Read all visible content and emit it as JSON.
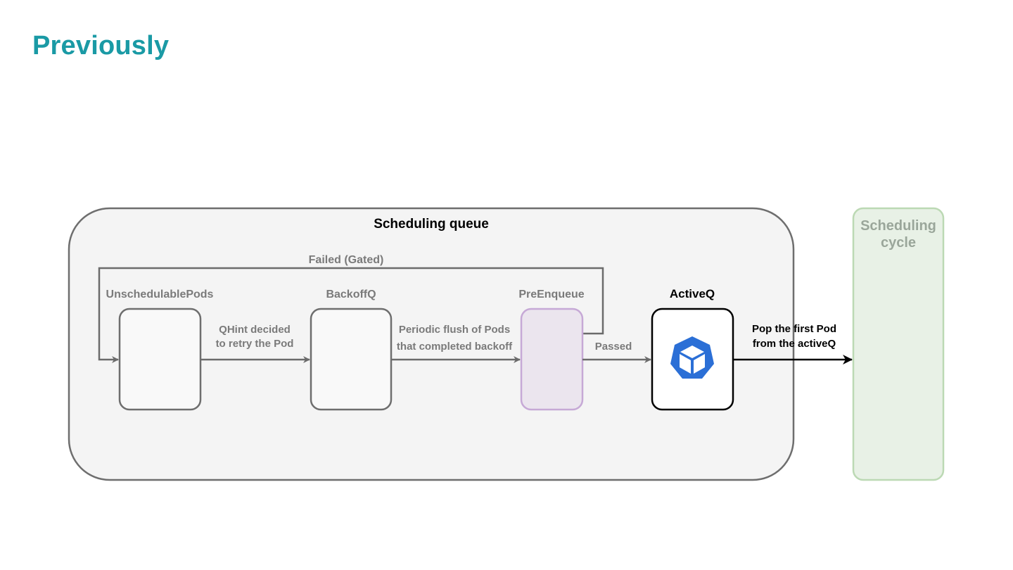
{
  "slide": {
    "title": "Previously"
  },
  "diagram": {
    "queue_title": "Scheduling queue",
    "failed_label": "Failed (Gated)",
    "nodes": {
      "unschedulable": "UnschedulablePods",
      "backoff": "BackoffQ",
      "preenqueue": "PreEnqueue",
      "activeq": "ActiveQ"
    },
    "edges": {
      "qhint_line1": "QHint decided",
      "qhint_line2": "to retry the Pod",
      "flush_line1": "Periodic flush of Pods",
      "flush_line2": "that completed backoff",
      "passed": "Passed",
      "pop_line1": "Pop the first Pod",
      "pop_line2": "from the activeQ"
    },
    "cycle_line1": "Scheduling",
    "cycle_line2": "cycle",
    "icon": "kubernetes-pod-icon",
    "colors": {
      "title": "#1a9aa5",
      "queue_fill": "#f4f4f4",
      "preenqueue_fill": "#ebe5ee",
      "preenqueue_stroke": "#c6a9d6",
      "cycle_fill": "#e8f1e6",
      "cycle_stroke": "#bcd9b4",
      "pod_icon": "#2b6fd6"
    }
  }
}
